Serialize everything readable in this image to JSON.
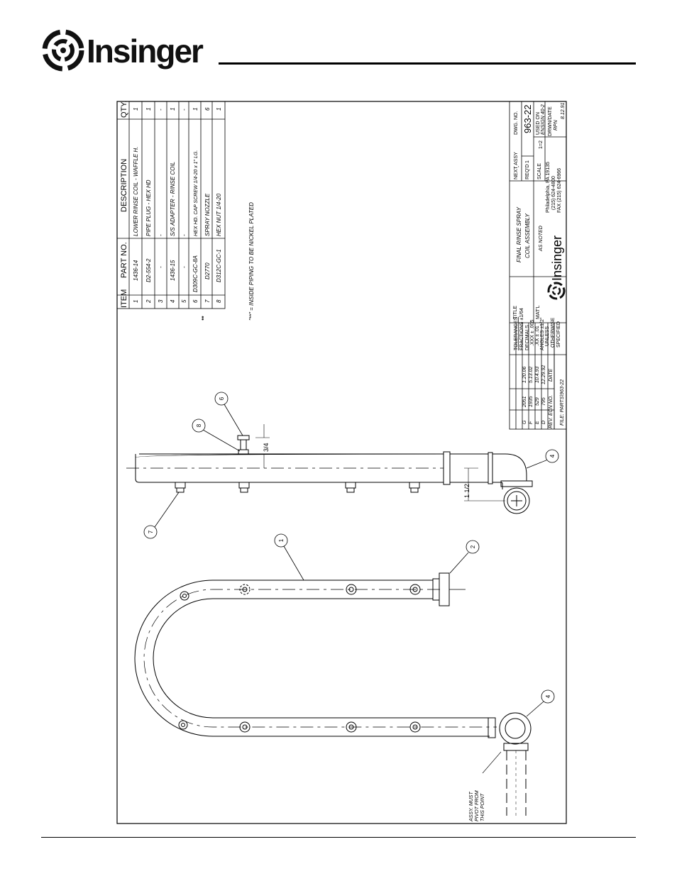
{
  "brand": {
    "name": "Insinger",
    "title_block_name": "Insinger"
  },
  "parts_table": {
    "headers": {
      "item": "ITEM",
      "part_no": "PART NO.",
      "description": "DESCRIPTION",
      "qty": "QTY."
    },
    "rows": [
      {
        "item": "1",
        "part_no": "1436-14",
        "description": "LOWER RINSE COIL - WAFFLE H.",
        "qty": "1",
        "mark": ""
      },
      {
        "item": "2",
        "part_no": "D2-554-2",
        "description": "PIPE PLUG - HEX HD",
        "qty": "1",
        "mark": ""
      },
      {
        "item": "3",
        "part_no": "-",
        "description": "-",
        "qty": "-",
        "mark": ""
      },
      {
        "item": "4",
        "part_no": "1436-15",
        "description": "S/S ADAPTER - RINSE COIL",
        "qty": "1",
        "mark": ""
      },
      {
        "item": "5",
        "part_no": "-",
        "description": "-",
        "qty": "-",
        "mark": ""
      },
      {
        "item": "6",
        "part_no": "D309C-GC-8A",
        "description": "HEX HD. CAP SCREW 1/4-20 x 1\" LG.",
        "qty": "1",
        "mark": "**"
      },
      {
        "item": "7",
        "part_no": "D2770",
        "description": "SPRAY NOZZLE",
        "qty": "6",
        "mark": ""
      },
      {
        "item": "8",
        "part_no": "D312C-GC-1",
        "description": "HEX NUT 1/4-20",
        "qty": "1",
        "mark": ""
      }
    ]
  },
  "note": "\"**\" = INSIDE PIPING TO BE NICKEL PLATED",
  "revisions": {
    "rows": [
      {
        "rev": "G",
        "ecn": "2051",
        "date": "1.20.06"
      },
      {
        "rev": "F",
        "ecn": "1935",
        "date": "5.13.02"
      },
      {
        "rev": "E",
        "ecn": "529",
        "date": "10.4.93"
      },
      {
        "rev": "D",
        "ecn": "795",
        "date": "12.29.92"
      }
    ],
    "header_rev": "REV.",
    "header_ecn": "ECN NO.",
    "header_date": "DATE",
    "file": "FILE: PARTS\\963-22"
  },
  "tolerances": {
    "title": "TOLERANCES",
    "lines": [
      "FRACTIONS ±1/64",
      "DECIMALS",
      ".XXX ± .005",
      ".XX ± .01",
      "ANGLES ±1/2°",
      "UNLESS",
      "OTHERWISE",
      "SPECIFIED"
    ]
  },
  "title_block": {
    "title_label": "TITLE",
    "title_line1": "FINAL RINSE SPRAY",
    "title_line2": "COIL ASSEMBLY",
    "matl_label": "MAT'L",
    "matl_value": "AS NOTED",
    "address": "Philadelphia, PA 19135",
    "phone": "(215) 624-4800",
    "fax": "FAX (215) 624-6966",
    "next_assy_label": "NEXT ASSY",
    "next_assy_value": "-",
    "reqd_label": "REQ'D",
    "reqd_value": "1",
    "scale_label": "SCALE",
    "scale_value": "1=2",
    "dwg_no_label": "DWG. NO.",
    "dwg_no_value": "963-22",
    "used_on_label": "USED ON",
    "used_on_value": "ENSIGN 40-2",
    "drwn_label": "DRWN/DATE",
    "drwn_by": "RPN",
    "drwn_date": "8.12.91"
  },
  "drawing": {
    "pivot_note": [
      "ASSY. MUST",
      "PIVOT FROM",
      "THIS POINT"
    ],
    "dim_3_4": "3/4",
    "dim_1_1_2": "1 1/2",
    "balloons": [
      "1",
      "2",
      "4",
      "4",
      "6",
      "7",
      "8"
    ]
  }
}
